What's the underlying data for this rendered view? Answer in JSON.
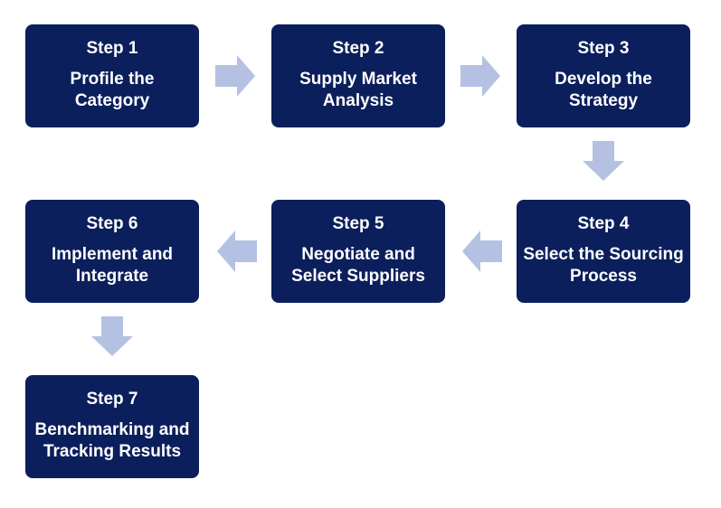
{
  "diagram": {
    "steps": [
      {
        "step": "Step 1",
        "label_lines": [
          "Profile the",
          "Category"
        ]
      },
      {
        "step": "Step 2",
        "label_lines": [
          "Supply Market",
          "Analysis"
        ]
      },
      {
        "step": "Step 3",
        "label_lines": [
          "Develop the",
          "Strategy"
        ]
      },
      {
        "step": "Step 4",
        "label_lines": [
          "Select the Sourcing",
          "Process"
        ]
      },
      {
        "step": "Step 5",
        "label_lines": [
          "Negotiate and",
          "Select Suppliers"
        ]
      },
      {
        "step": "Step 6",
        "label_lines": [
          "Implement and",
          "Integrate"
        ]
      },
      {
        "step": "Step 7",
        "label_lines": [
          "Benchmarking and",
          "Tracking Results"
        ]
      }
    ],
    "colors": {
      "box": "#0b1f5c",
      "box_text": "#ffffff",
      "arrow": "#b4c1e3",
      "background": "#ffffff"
    },
    "arrow_icon": "block-arrow-icon"
  }
}
